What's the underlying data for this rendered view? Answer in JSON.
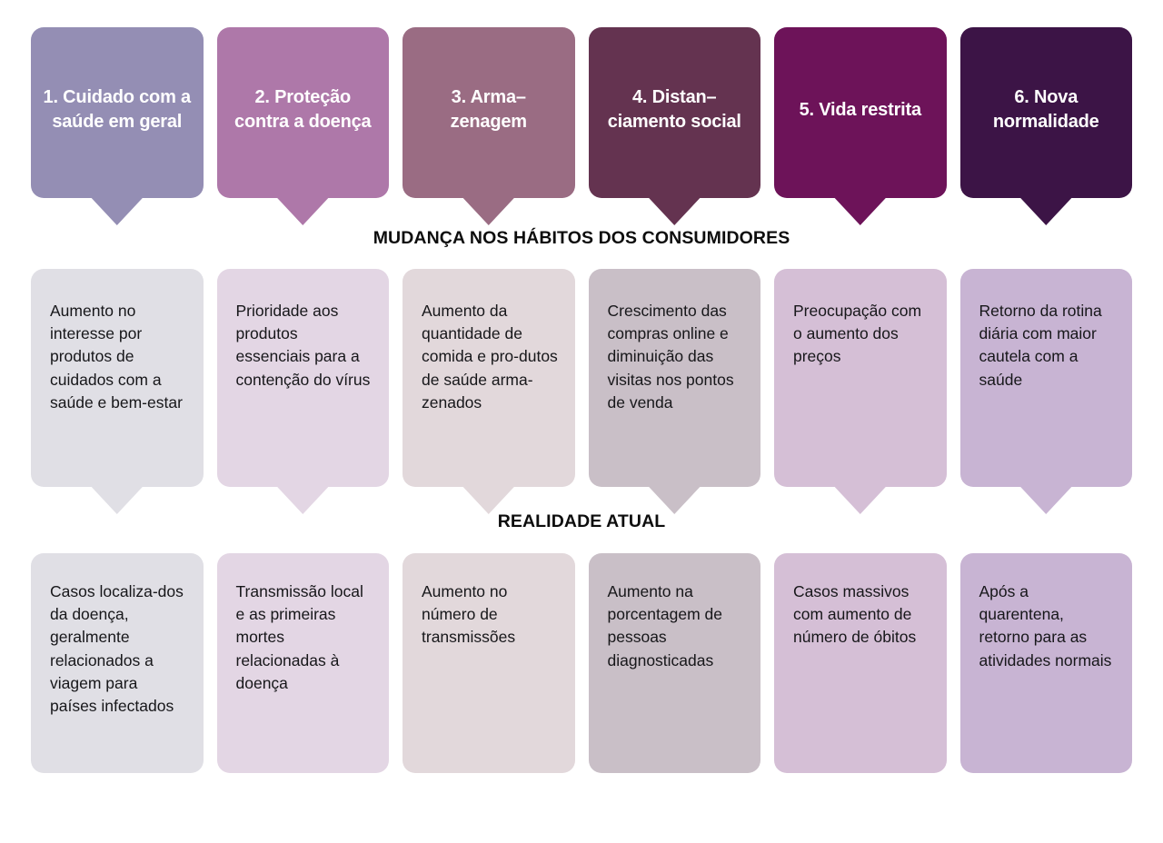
{
  "infographic": {
    "language": "pt-BR",
    "columns": 6,
    "background_color": "#FFFFFF",
    "header_text_color": "#FFFFFF",
    "body_text_color": "#17171A",
    "section_title_color": "#0D0D0D"
  },
  "phases": [
    {
      "index": "1",
      "title": "1. Cuidado com a saúde em geral",
      "header_color": "#948EB4",
      "body_color": "#E0DFE5"
    },
    {
      "index": "2",
      "title": "2. Proteção contra a doença",
      "header_color": "#AE78A9",
      "body_color": "#E3D6E4"
    },
    {
      "index": "3",
      "title": "3. Arma–zenagem",
      "header_color": "#9A6C83",
      "body_color": "#E2D8DB"
    },
    {
      "index": "4",
      "title": "4. Distan–ciamento social",
      "header_color": "#643350",
      "body_color": "#C9BFC7"
    },
    {
      "index": "5",
      "title": "5. Vida restrita",
      "header_color": "#6D1359",
      "body_color": "#D5BFD6"
    },
    {
      "index": "6",
      "title": "6. Nova normalidade",
      "header_color": "#3C1446",
      "body_color": "#C8B4D3"
    }
  ],
  "sections": {
    "habits": {
      "title": "MUDANÇA NOS HÁBITOS DOS CONSUMIDORES",
      "cards": [
        "Aumento no interesse por produtos de cuidados com a saúde e bem-estar",
        "Prioridade aos produtos essenciais para a contenção do vírus",
        "Aumento da quantidade de comida e pro-dutos de saúde arma-zenados",
        "Crescimento das compras online e diminuição das visitas nos pontos de venda",
        "Preocupação com o aumento dos preços",
        "Retorno da rotina diária com maior cautela com a saúde"
      ]
    },
    "reality": {
      "title": "REALIDADE ATUAL",
      "cards": [
        "Casos localiza-dos da doença, geralmente relacionados a viagem para países infectados",
        "Transmissão local e as primeiras mortes relacionadas à doença",
        "Aumento no número de transmissões",
        "Aumento na porcentagem de pessoas diagnosticadas",
        "Casos massivos com aumento de número de óbitos",
        "Após a quarentena, retorno para as atividades normais"
      ]
    }
  }
}
